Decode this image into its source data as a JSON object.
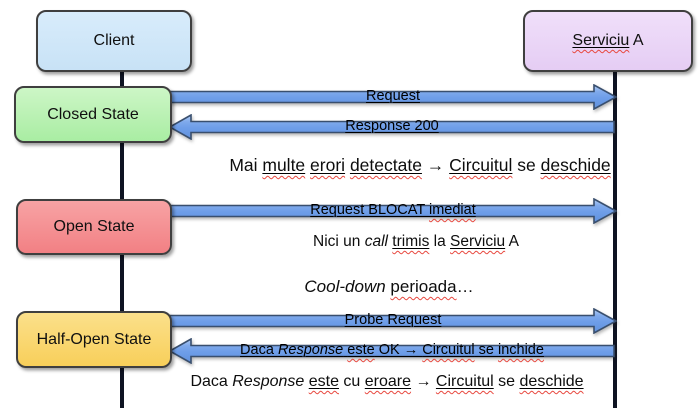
{
  "diagram": {
    "actors": [
      {
        "id": "client",
        "segments": [
          {
            "text": "Client"
          }
        ]
      },
      {
        "id": "serviciu-a",
        "segments": [
          {
            "text": "Serviciu",
            "u": true,
            "sq": true
          },
          {
            "text": " A"
          }
        ]
      }
    ],
    "states": [
      {
        "id": "closed",
        "label": "Closed State"
      },
      {
        "id": "open",
        "label": "Open State"
      },
      {
        "id": "half-open",
        "label": "Half-Open State"
      }
    ],
    "messages": [
      {
        "id": "request",
        "direction": "right",
        "segments": [
          {
            "text": "Request",
            "u": true
          }
        ]
      },
      {
        "id": "response-200",
        "direction": "left",
        "segments": [
          {
            "text": "Response 200",
            "u": true
          }
        ]
      },
      {
        "id": "request-blocked",
        "direction": "right",
        "segments": [
          {
            "text": "Request BLOCAT ",
            "u": true
          },
          {
            "text": "imediat",
            "u": true,
            "sq": true
          }
        ]
      },
      {
        "id": "probe-request",
        "direction": "right",
        "segments": [
          {
            "text": "Probe Request",
            "u": true
          }
        ]
      },
      {
        "id": "response-ok-close",
        "direction": "left",
        "segments": [
          {
            "text": "Daca ",
            "u": true
          },
          {
            "text": "Response",
            "u": true,
            "it": true
          },
          {
            "text": " ",
            "u": true
          },
          {
            "text": "este",
            "u": true,
            "sq": true
          },
          {
            "text": " OK → ",
            "u": true
          },
          {
            "text": "Circuitul",
            "u": true,
            "sq": true
          },
          {
            "text": " se ",
            "u": true
          },
          {
            "text": "inchide",
            "u": true,
            "sq": true
          }
        ]
      }
    ],
    "notes": [
      {
        "id": "errors-detected",
        "segments": [
          {
            "text": "Mai "
          },
          {
            "text": "multe",
            "u": true,
            "sq": true
          },
          {
            "text": " "
          },
          {
            "text": "erori",
            "u": true,
            "sq": true
          },
          {
            "text": " "
          },
          {
            "text": "detectate",
            "u": true,
            "sq": true
          },
          {
            "text": " → "
          },
          {
            "text": "Circuitul",
            "u": true,
            "sq": true
          },
          {
            "text": " se "
          },
          {
            "text": "deschide",
            "u": true,
            "sq": true
          }
        ]
      },
      {
        "id": "no-call",
        "segments": [
          {
            "text": "Nici un "
          },
          {
            "text": "call",
            "it": true
          },
          {
            "text": " "
          },
          {
            "text": "trimis",
            "u": true,
            "sq": true
          },
          {
            "text": " la "
          },
          {
            "text": "Serviciu",
            "u": true,
            "sq": true
          },
          {
            "text": " A"
          }
        ]
      },
      {
        "id": "cooldown",
        "segments": [
          {
            "text": "Cool-down",
            "it": true
          },
          {
            "text": " "
          },
          {
            "text": "perioada",
            "sq": true
          },
          {
            "text": "…"
          }
        ]
      },
      {
        "id": "error-reopen",
        "segments": [
          {
            "text": "Daca "
          },
          {
            "text": "Response",
            "it": true
          },
          {
            "text": " "
          },
          {
            "text": "este",
            "u": true,
            "sq": true
          },
          {
            "text": " cu "
          },
          {
            "text": "eroare",
            "u": true,
            "sq": true
          },
          {
            "text": " → "
          },
          {
            "text": "Circuitul",
            "u": true,
            "sq": true
          },
          {
            "text": " se "
          },
          {
            "text": "deschide",
            "u": true,
            "sq": true
          }
        ]
      }
    ],
    "colors": {
      "client_fill": "#cde6f7",
      "service_fill": "#ebd6f6",
      "closed_fill": "#b4f0ad",
      "open_fill": "#f48b8d",
      "half_open_fill": "#fad56b",
      "arrow_fill": "#6d9de8",
      "arrow_border": "#394f6e",
      "box_border": "#3f3f3f",
      "lifeline": "#0e1322",
      "spellcheck_red": "#e8483f"
    }
  }
}
